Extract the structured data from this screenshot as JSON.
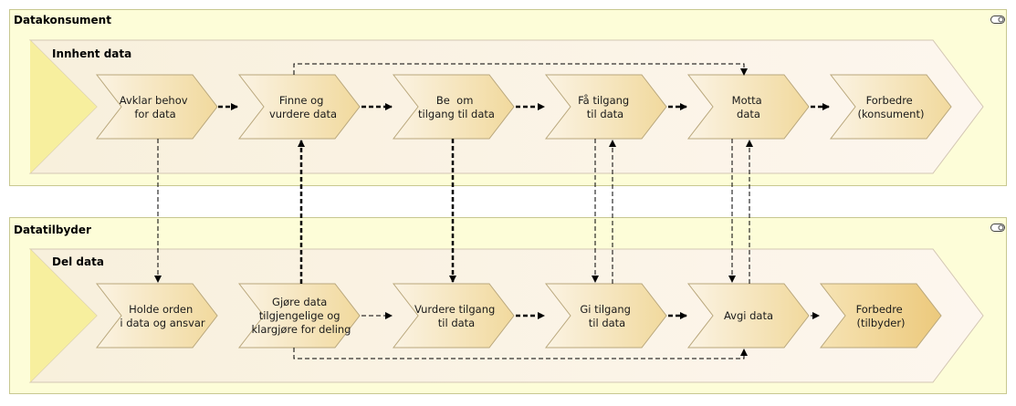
{
  "lanes": [
    {
      "title": "Datakonsument",
      "value_stream": "Innhent data",
      "steps": [
        [
          "Avklar behov",
          "for data"
        ],
        [
          "Finne og",
          "vurdere data"
        ],
        [
          "Be  om",
          "tilgang til data"
        ],
        [
          "Få tilgang",
          "til data"
        ],
        [
          "Motta",
          "data"
        ],
        [
          "Forbedre",
          "(konsument)"
        ]
      ]
    },
    {
      "title": "Datatilbyder",
      "value_stream": "Del data",
      "steps": [
        [
          "Holde orden",
          "i data og ansvar"
        ],
        [
          "Gjøre data",
          "tilgjengelige og",
          "klargjøre for deling"
        ],
        [
          "Vurdere tilgang",
          "til data"
        ],
        [
          "Gi tilgang",
          "til data"
        ],
        [
          "Avgi data"
        ],
        [
          "Forbedre",
          "(tilbyder)"
        ]
      ]
    }
  ],
  "colors": {
    "lane_fill": "#fdfdd8",
    "lane_border": "#c8c890",
    "stream_fill": "#fcf1e2",
    "stream_border": "#d3c6b3",
    "stream_tail": "#f7ef9e",
    "step_light": "#fbf3e3",
    "step_dark": "#f1d99d",
    "step_highlight_light": "#f6e3b4",
    "step_highlight_dark": "#ecc97c",
    "step_border": "#b9a77c",
    "connector": "#000000"
  },
  "icons": {
    "lane_toggle": "toggle-icon"
  }
}
